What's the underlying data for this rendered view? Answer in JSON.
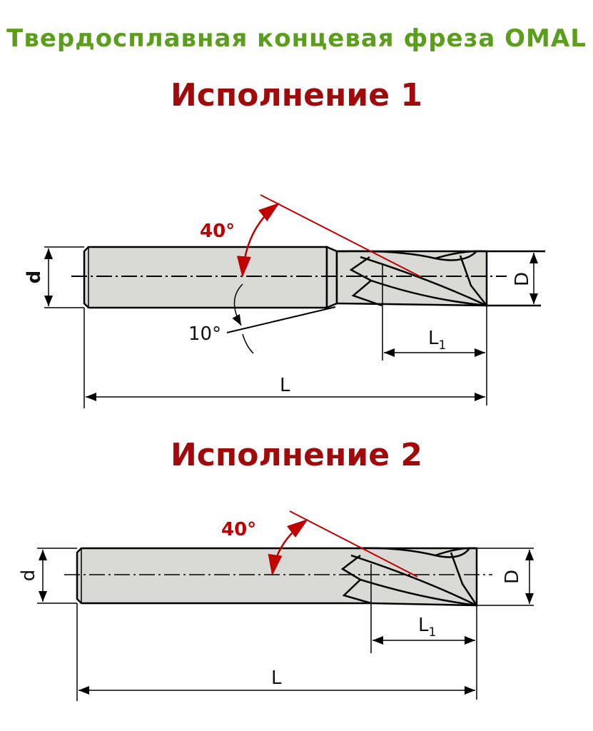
{
  "title": "Твердосплавная концевая фреза OMAL",
  "variant1": {
    "heading": "Исполнение 1",
    "angle_main": "40°",
    "angle_secondary": "10°",
    "dim_d": "d",
    "dim_D": "D",
    "dim_L1": "L",
    "dim_L1_sub": "1",
    "dim_L": "L"
  },
  "variant2": {
    "heading": "Исполнение 2",
    "angle_main": "40°",
    "dim_d": "d",
    "dim_D": "D",
    "dim_L1": "L",
    "dim_L1_sub": "1",
    "dim_L": "L"
  },
  "colors": {
    "title": "#5b9e1c",
    "heading": "#a00a0a",
    "angle": "#c00000",
    "body": "#d9dad6"
  }
}
